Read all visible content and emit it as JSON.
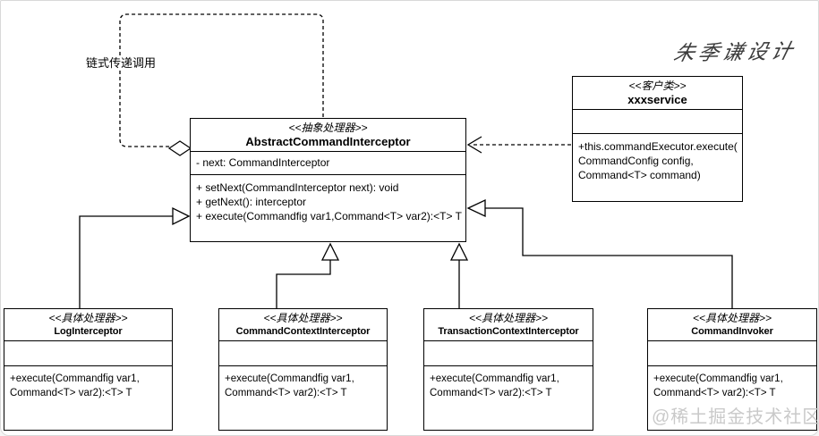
{
  "diagram": {
    "loop_label": "链式传递调用",
    "signature": "朱季谦设计",
    "watermark": "@稀土掘金技术社区"
  },
  "colors": {
    "line": "#000000",
    "background": "#ffffff",
    "watermark": "#c9c9c9",
    "border": "#d9d9d9"
  },
  "classes": {
    "abstract_handler": {
      "stereotype": "<<抽象处理器>>",
      "name": "AbstractCommandInterceptor",
      "attributes": [
        "- next: CommandInterceptor"
      ],
      "methods": [
        "+ setNext(CommandInterceptor next): void",
        "+ getNext(): interceptor",
        "+ execute(Commandfig var1,Command<T> var2):<T> T"
      ]
    },
    "client": {
      "stereotype": "<<客户类>>",
      "name": "xxxservice",
      "methods": [
        "+this.commandExecutor.execute(",
        "CommandConfig config,",
        "Command<T> command)"
      ]
    },
    "log_interceptor": {
      "stereotype": "<<具体处理器>>",
      "name": "LogInterceptor",
      "methods": [
        "+execute(Commandfig var1,",
        "Command<T> var2):<T> T"
      ]
    },
    "command_context_interceptor": {
      "stereotype": "<<具体处理器>>",
      "name": "CommandContextInterceptor",
      "methods": [
        "+execute(Commandfig var1,",
        "Command<T> var2):<T> T"
      ]
    },
    "transaction_context_interceptor": {
      "stereotype": "<<具体处理器>>",
      "name": "TransactionContextInterceptor",
      "methods": [
        "+execute(Commandfig var1,",
        "Command<T> var2):<T> T"
      ]
    },
    "command_invoker": {
      "stereotype": "<<具体处理器>>",
      "name": "CommandInvoker",
      "methods": [
        "+execute(Commandfig var1,",
        "Command<T> var2):<T> T"
      ]
    }
  }
}
